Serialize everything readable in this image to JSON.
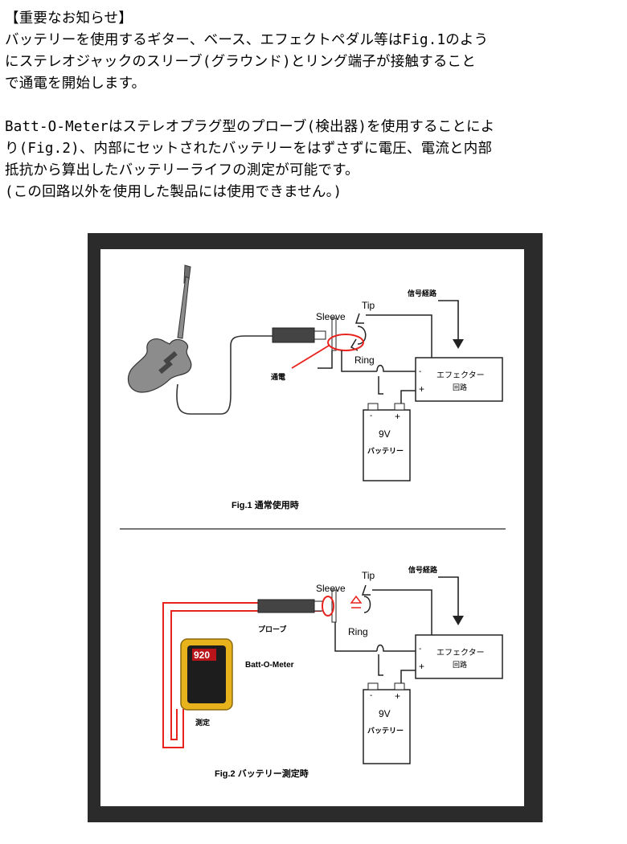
{
  "notice": {
    "heading": "【重要なお知らせ】",
    "para1": [
      "バッテリーを使用するギター、ベース、エフェクトペダル等はFig.1のよう",
      "にステレオジャックのスリーブ(グラウンド)とリング端子が接触すること",
      "で通電を開始します。"
    ],
    "para2": [
      "Batt-O-Meterはステレオプラグ型のプローブ(検出器)を使用することによ",
      "り(Fig.2)、内部にセットされたバッテリーをはずさずに電圧、電流と内部",
      "抵抗から算出したバッテリーライフの測定が可能です。",
      "(この回路以外を使用した製品には使用できません。)"
    ]
  },
  "fig1": {
    "sleeve": "Sleeve",
    "tip": "Tip",
    "ring": "Ring",
    "signal_path": "信号経路",
    "conduction": "通電",
    "effector_line1": "エフェクター",
    "effector_line2": "回路",
    "minus": "-",
    "plus": "+",
    "battery_voltage": "9V",
    "battery_label": "バッテリー",
    "caption": "Fig.1 通常使用時"
  },
  "fig2": {
    "sleeve": "Sleeve",
    "tip": "Tip",
    "ring": "Ring",
    "signal_path": "信号経路",
    "probe": "プローブ",
    "meter_name": "Batt-O-Meter",
    "meter_display": "920",
    "measure": "測定",
    "effector_line1": "エフェクター",
    "effector_line2": "回路",
    "minus": "-",
    "plus": "+",
    "battery_voltage": "9V",
    "battery_label": "バッテリー",
    "caption": "Fig.2 バッテリー測定時"
  },
  "colors": {
    "frame": "#2b2b2b",
    "conduction_red": "#e8231e",
    "meter_yellow": "#e8b21c",
    "guitar_gray": "#8c8c8c"
  }
}
